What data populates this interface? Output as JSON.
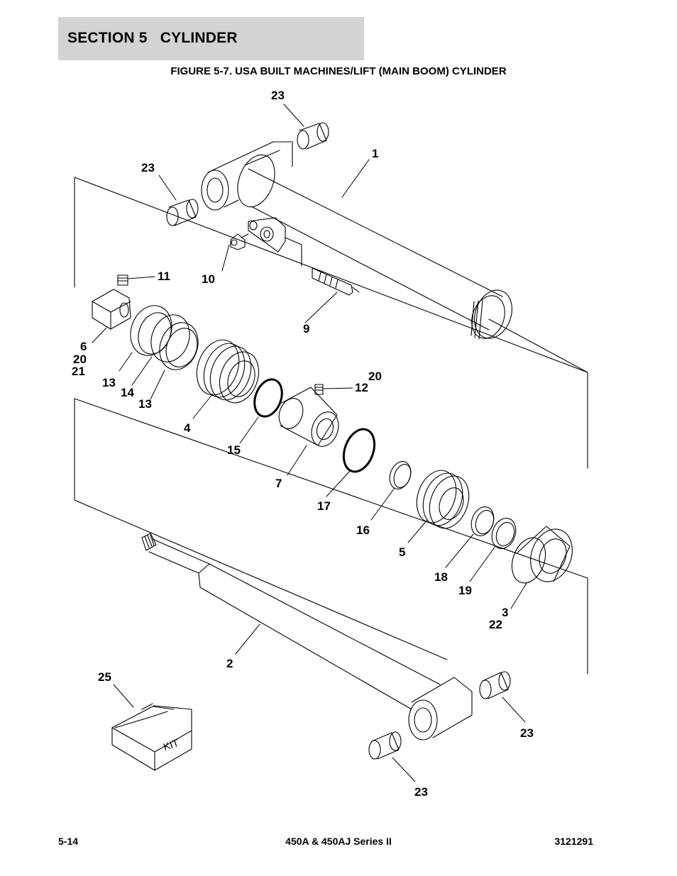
{
  "header": {
    "section_title": "SECTION 5   CYLINDER"
  },
  "figure": {
    "title": "FIGURE 5-7.  USA BUILT MACHINES/LIFT (MAIN BOOM) CYLINDER",
    "kit_label": "KIT",
    "callouts": [
      {
        "id": "c23a",
        "text": "23"
      },
      {
        "id": "c1",
        "text": "1"
      },
      {
        "id": "c23b",
        "text": "23"
      },
      {
        "id": "c11",
        "text": "11"
      },
      {
        "id": "c10",
        "text": "10"
      },
      {
        "id": "c9",
        "text": "9"
      },
      {
        "id": "c6",
        "text": "6"
      },
      {
        "id": "c20a",
        "text": "20"
      },
      {
        "id": "c21",
        "text": "21"
      },
      {
        "id": "c13a",
        "text": "13"
      },
      {
        "id": "c14",
        "text": "14"
      },
      {
        "id": "c13b",
        "text": "13"
      },
      {
        "id": "c20b",
        "text": "20"
      },
      {
        "id": "c12",
        "text": "12"
      },
      {
        "id": "c4",
        "text": "4"
      },
      {
        "id": "c15",
        "text": "15"
      },
      {
        "id": "c7",
        "text": "7"
      },
      {
        "id": "c17",
        "text": "17"
      },
      {
        "id": "c16",
        "text": "16"
      },
      {
        "id": "c5",
        "text": "5"
      },
      {
        "id": "c18",
        "text": "18"
      },
      {
        "id": "c19",
        "text": "19"
      },
      {
        "id": "c3",
        "text": "3"
      },
      {
        "id": "c22",
        "text": "22"
      },
      {
        "id": "c2",
        "text": "2"
      },
      {
        "id": "c25",
        "text": "25"
      },
      {
        "id": "c23c",
        "text": "23"
      },
      {
        "id": "c23d",
        "text": "23"
      }
    ]
  },
  "footer": {
    "page_number": "5-14",
    "model": "450A & 450AJ Series II",
    "doc_number": "3121291"
  }
}
